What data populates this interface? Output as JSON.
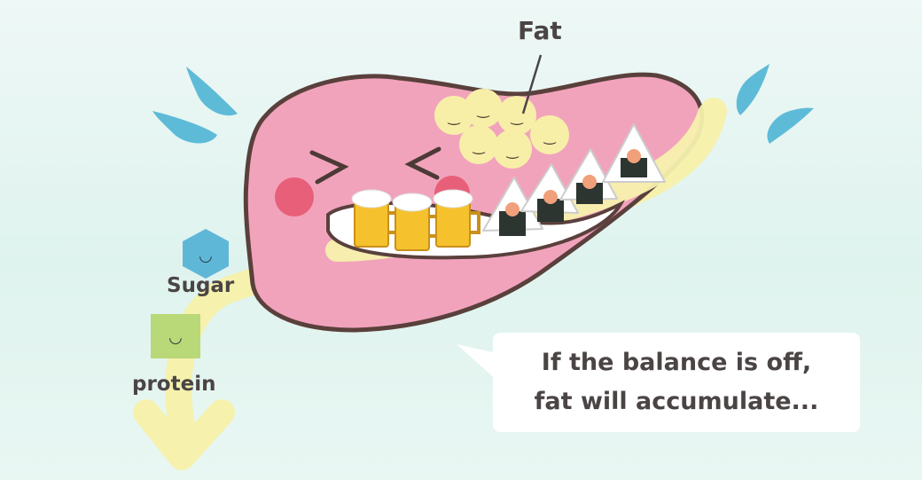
{
  "labels": {
    "fat": "Fat",
    "sugar": "Sugar",
    "protein": "protein"
  },
  "speech_bubble": {
    "line1": "If the balance is off,",
    "line2": "fat will accumulate..."
  },
  "colors": {
    "liver": "#f2a3bc",
    "liver_outline": "#5a403c",
    "fat_blob": "#f7efa8",
    "sugar_hexagon": "#5fb7d8",
    "protein_square": "#b9d877",
    "arrow": "#f6f1ad",
    "sweat_drops": "#5ebbd8",
    "cheeks": "#e85f7a",
    "beer": "#f5c22e",
    "rice_ball_nori": "#2c3530"
  },
  "icons": [
    "liver-illustration",
    "beer-mug-icon",
    "rice-ball-icon",
    "fat-blob-icon",
    "sugar-hexagon-icon",
    "protein-square-icon",
    "sweat-drop-icon",
    "down-arrow-icon"
  ]
}
